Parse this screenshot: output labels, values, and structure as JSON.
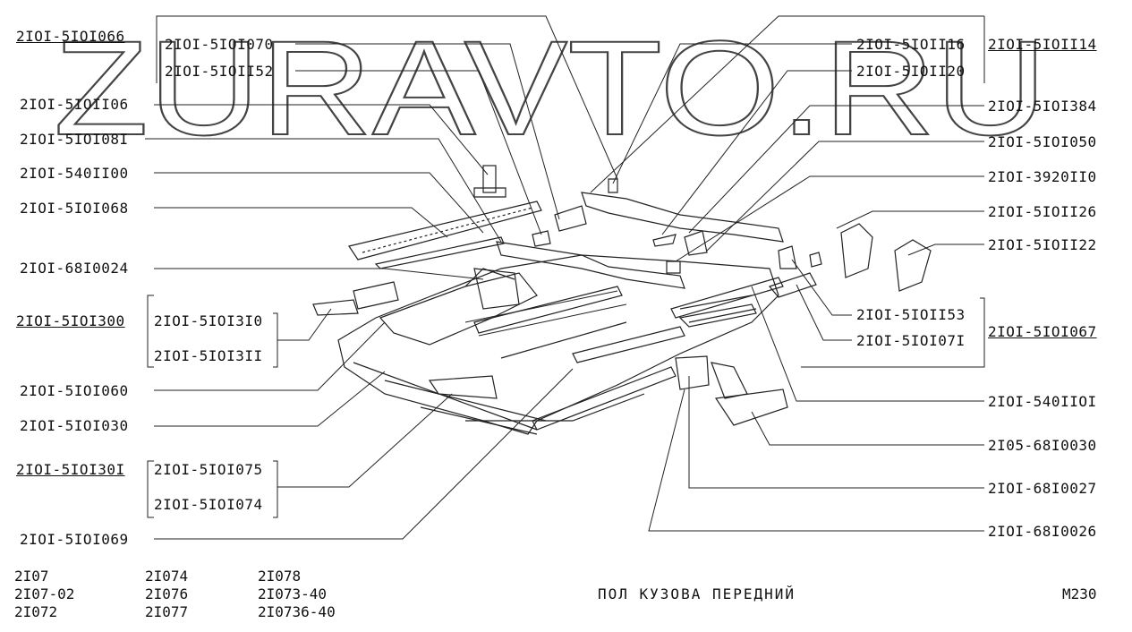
{
  "watermark": "ZURAVTO.RU",
  "title": "ПОЛ КУЗОВА ПЕРЕДНИЙ",
  "sheet_code": "M230",
  "models": {
    "col1": [
      "2I07",
      "2I07-02",
      "2I072"
    ],
    "col2": [
      "2I074",
      "2I076",
      "2I077"
    ],
    "col3": [
      "2I078",
      "2I073-40",
      "2I0736-40"
    ]
  },
  "labels_left": {
    "l066": "2IOI-5IOI066",
    "l070": "2IOI-5IOI070",
    "l152": "2IOI-5IOII52",
    "l106": "2IOI-5IOII06",
    "l081": "2IOI-5IOI08I",
    "l100": "2IOI-540II00",
    "l068": "2IOI-5IOI068",
    "l024": "2IOI-68I0024",
    "l300": "2IOI-5IOI300",
    "l310": "2IOI-5IOI3I0",
    "l311": "2IOI-5IOI3II",
    "l060": "2IOI-5IOI060",
    "l030": "2IOI-5IOI030",
    "l301": "2IOI-5IOI30I",
    "l075": "2IOI-5IOI075",
    "l074": "2IOI-5IOI074",
    "l069": "2IOI-5IOI069"
  },
  "labels_right": {
    "r116": "2IOI-5IOII16",
    "r114": "2IOI-5IOII14",
    "r120": "2IOI-5IOII20",
    "r384": "2IOI-5IOI384",
    "r050": "2IOI-5IOI050",
    "r3920": "2IOI-3920II0",
    "r126": "2IOI-5IOII26",
    "r122": "2IOI-5IOII22",
    "r153": "2IOI-5IOII53",
    "r067": "2IOI-5IOI067",
    "r071": "2IOI-5IOI07I",
    "r101": "2IOI-540IIOI",
    "r030": "2I05-68I0030",
    "r027": "2IOI-68I0027",
    "r026": "2IOI-68I0026"
  }
}
